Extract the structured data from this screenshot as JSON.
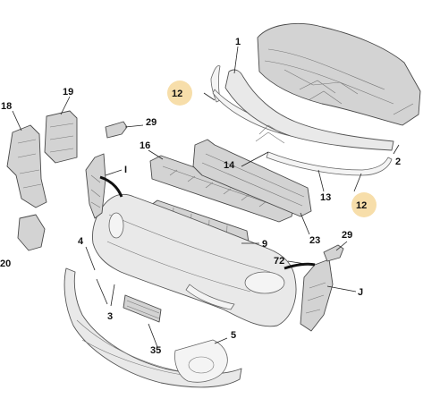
{
  "callouts": [
    {
      "id": "c1",
      "label": "1"
    },
    {
      "id": "c2",
      "label": "2"
    },
    {
      "id": "c3",
      "label": "3"
    },
    {
      "id": "c4",
      "label": "4"
    },
    {
      "id": "c5",
      "label": "5"
    },
    {
      "id": "c9",
      "label": "9"
    },
    {
      "id": "c12a",
      "label": "12",
      "highlighted": true
    },
    {
      "id": "c12b",
      "label": "12",
      "highlighted": true
    },
    {
      "id": "c13",
      "label": "13"
    },
    {
      "id": "c14",
      "label": "14"
    },
    {
      "id": "c16",
      "label": "16"
    },
    {
      "id": "c18",
      "label": "18"
    },
    {
      "id": "c19",
      "label": "19"
    },
    {
      "id": "c20",
      "label": "20"
    },
    {
      "id": "c23",
      "label": "23"
    },
    {
      "id": "c29a",
      "label": "29"
    },
    {
      "id": "c29b",
      "label": "29"
    },
    {
      "id": "c35",
      "label": "35"
    },
    {
      "id": "c72",
      "label": "72"
    },
    {
      "id": "cI",
      "label": "I"
    },
    {
      "id": "cJ",
      "label": "J"
    }
  ],
  "colors": {
    "highlight": "#f7deaa",
    "part_fill": "#e9e9e9",
    "stroke": "#555555"
  }
}
